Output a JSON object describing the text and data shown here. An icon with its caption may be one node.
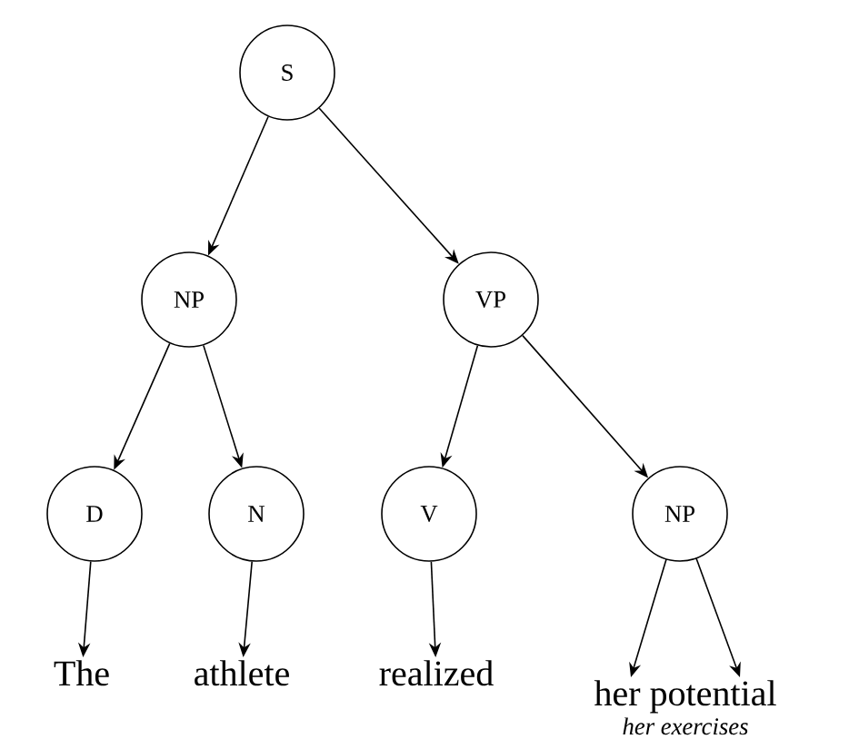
{
  "diagram": {
    "nodes": [
      {
        "text": [
          "S"
        ]
      },
      {
        "text": [
          "NP"
        ]
      },
      {
        "text": [
          "VP"
        ]
      },
      {
        "text": [
          "D"
        ]
      },
      {
        "text": [
          "N"
        ]
      },
      {
        "text": [
          "V"
        ]
      },
      {
        "text": [
          "NP"
        ]
      },
      {
        "text": [
          "The"
        ]
      },
      {
        "text": [
          "athlete"
        ]
      },
      {
        "text": [
          "realized"
        ]
      },
      {
        "text": [
          "her potential",
          "her exercises"
        ]
      }
    ],
    "edges": [
      {
        "from": 0,
        "to": 1,
        "arrow": "to"
      },
      {
        "from": 0,
        "to": 2,
        "arrow": "to"
      },
      {
        "from": 1,
        "to": 3,
        "arrow": "to"
      },
      {
        "from": 1,
        "to": 4,
        "arrow": "to"
      },
      {
        "from": 2,
        "to": 5,
        "arrow": "to"
      },
      {
        "from": 2,
        "to": 6,
        "arrow": "to"
      },
      {
        "from": 3,
        "to": 7,
        "arrow": "to"
      },
      {
        "from": 4,
        "to": 8,
        "arrow": "to"
      },
      {
        "from": 5,
        "to": 9,
        "arrow": "to"
      },
      {
        "from": 6,
        "to": 10,
        "arrow": "to"
      },
      {
        "from": 6,
        "to": 10,
        "arrow": "to"
      }
    ]
  }
}
